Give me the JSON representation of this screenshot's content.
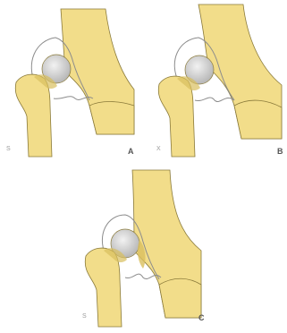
{
  "figure": {
    "panels": [
      {
        "label": "A",
        "side_label": "S"
      },
      {
        "label": "B",
        "side_label": "X"
      },
      {
        "label": "C",
        "side_label": "S"
      }
    ]
  },
  "colors": {
    "bone_fill": "#f2dd8a",
    "bone_shade": "#d9bf5e",
    "bone_outline": "#8a7a3a",
    "femoral_head": "#c9c9c9",
    "femoral_head_highlight": "#eeeeee",
    "capsule_line": "#8c8c8c",
    "background": "#ffffff"
  }
}
